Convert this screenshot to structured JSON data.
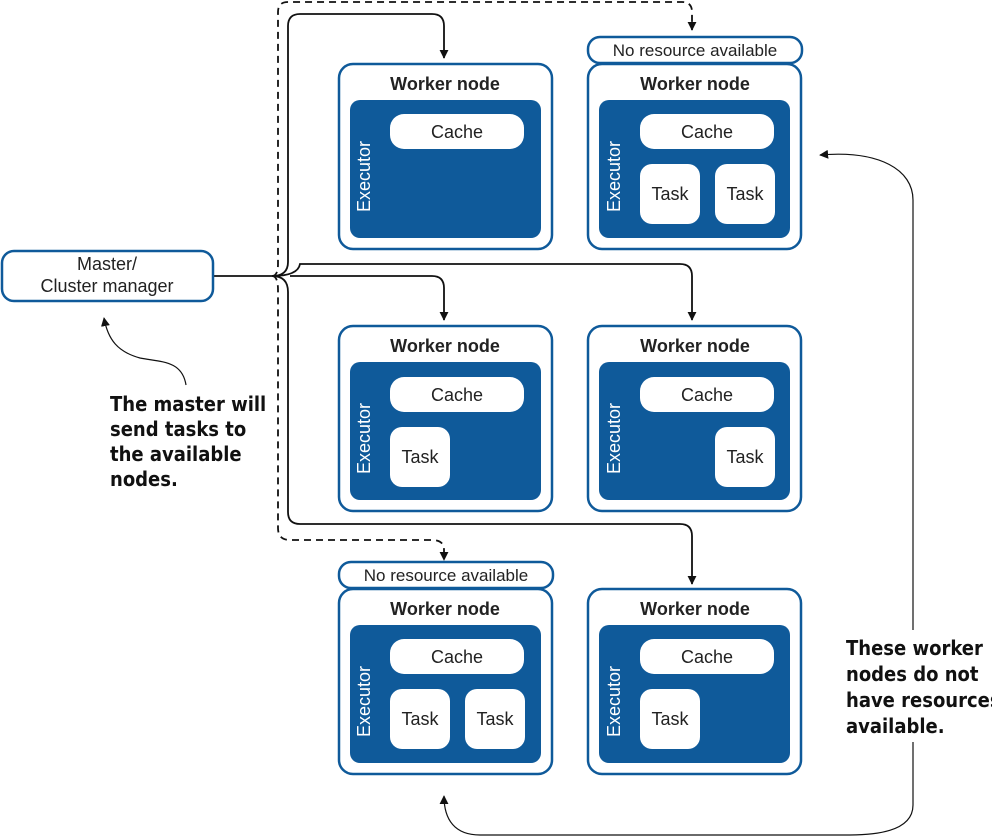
{
  "master": {
    "line1": "Master/",
    "line2": "Cluster manager"
  },
  "labels": {
    "worker": "Worker node",
    "executor": "Executor",
    "cache": "Cache",
    "task": "Task",
    "no_resource": "No resource available"
  },
  "nodes": [
    {
      "id": "top-left",
      "tasks": 0,
      "no_resource": false
    },
    {
      "id": "top-right",
      "tasks": 2,
      "no_resource": true
    },
    {
      "id": "middle-left",
      "tasks": 1,
      "no_resource": false
    },
    {
      "id": "middle-right",
      "tasks": 1,
      "no_resource": false
    },
    {
      "id": "bottom-left",
      "tasks": 2,
      "no_resource": true
    },
    {
      "id": "bottom-right",
      "tasks": 1,
      "no_resource": false
    }
  ],
  "annotations": {
    "left": [
      "The master will",
      "send tasks to",
      "the available",
      "nodes."
    ],
    "right": [
      "These worker",
      "nodes do not",
      "have resources",
      "available."
    ]
  },
  "colors": {
    "executor": "#0f5a9a",
    "border": "#0f5a9a",
    "line": "#111111"
  }
}
